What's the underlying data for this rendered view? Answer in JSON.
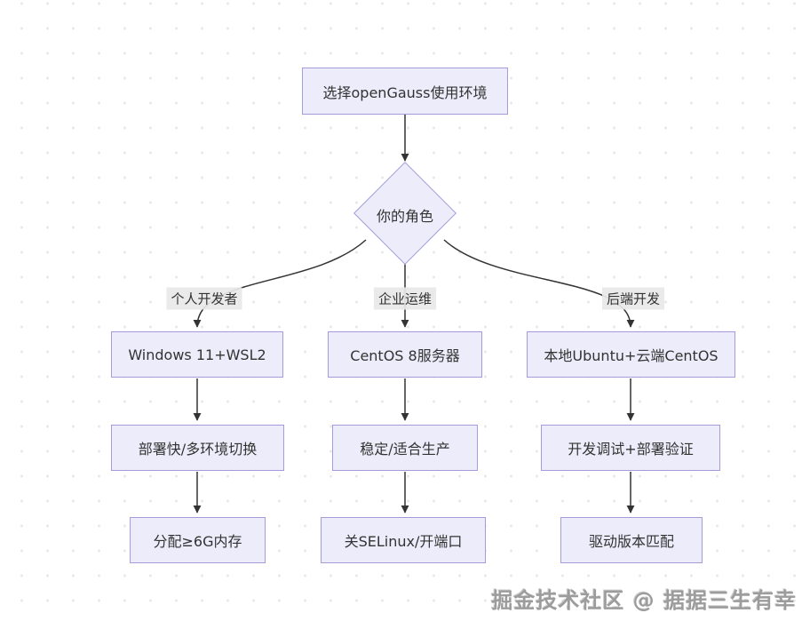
{
  "diagram": {
    "root": "选择openGauss使用环境",
    "decision": "你的角色",
    "branches": [
      {
        "edge_label": "个人开发者",
        "steps": [
          "Windows 11+WSL2",
          "部署快/多环境切换",
          "分配≥6G内存"
        ]
      },
      {
        "edge_label": "企业运维",
        "steps": [
          "CentOS 8服务器",
          "稳定/适合生产",
          "关SELinux/开端口"
        ]
      },
      {
        "edge_label": "后端开发",
        "steps": [
          "本地Ubuntu+云端CentOS",
          "开发调试+部署验证",
          "驱动版本匹配"
        ]
      }
    ]
  },
  "watermark": "掘金技术社区 @ 据据三生有幸",
  "colors": {
    "node_fill": "#ececfa",
    "node_border": "#a49bd8",
    "edge_line": "#333333",
    "edge_label_bg": "#e8e8e8",
    "watermark_text": "#9c9c9c"
  }
}
